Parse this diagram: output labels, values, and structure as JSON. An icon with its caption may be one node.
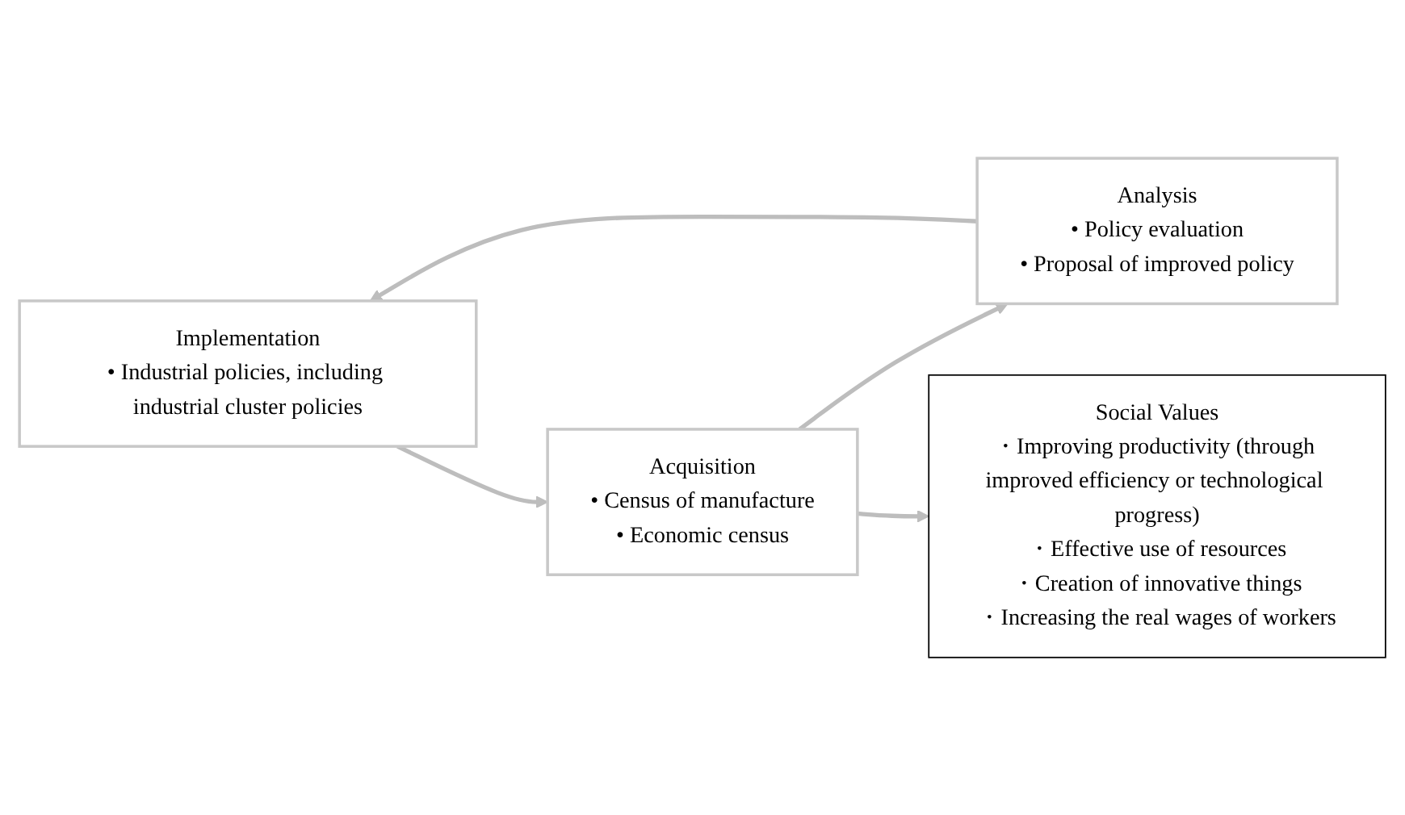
{
  "diagram": {
    "nodes": [
      {
        "text": [
          "Implementation",
          "• Industrial policies, including industrial cluster policies"
        ]
      },
      {
        "text": [
          "Acquisition",
          "• Census of manufacture",
          "• Economic census"
        ]
      },
      {
        "text": [
          "Analysis",
          "• Policy evaluation",
          "• Proposal of improved policy"
        ]
      },
      {
        "text": [
          "Social Values",
          "・Improving productivity (through improved efficiency or technological progress)",
          "・Effective use of resources",
          "・Creation of innovative things",
          "・Increasing the real wages of workers"
        ]
      }
    ],
    "edges": [
      {
        "from": 0,
        "to": 1,
        "arrow": "to"
      },
      {
        "from": 1,
        "to": 2,
        "arrow": "to"
      },
      {
        "from": 2,
        "to": 0,
        "arrow": "to"
      },
      {
        "from": 1,
        "to": 3,
        "arrow": "to"
      }
    ]
  }
}
